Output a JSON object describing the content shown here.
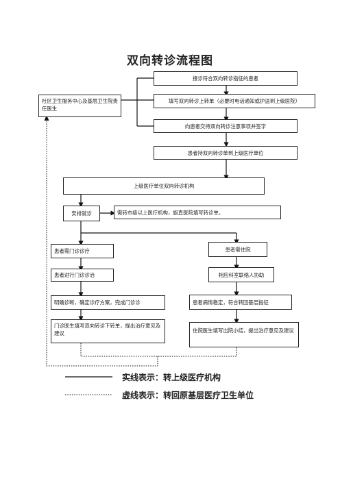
{
  "title": "双向转诊流程图",
  "nodes": {
    "accept": "接诊符合双向转诊指征的患者",
    "community": "社区卫生服务中心及基层卫生院责任医生",
    "fill_referral": "填写双向转诊上转单（必要时电话通知或护送到上级医院）",
    "notify": "向患者交待双向转诊注意事项并签字",
    "carry": "患者持双向转诊单到上级医疗单位",
    "upper": "上级医疗单位双向转诊机构",
    "arrange": "安排就诊",
    "referral_note": "需转市级以上医疗机构，旗直医院填写转诊单。",
    "outpatient": "患者需门诊诊疗",
    "inpatient": "患者需住院",
    "op_treat": "患者进行门诊诊治",
    "dept_coord": "相应科室联络人协助",
    "diagnose": "明确诊断，确定诊疗方案，完成门诊诊",
    "stable": "患者病情稳定，符合转回基层指征",
    "op_down": "门诊医生填写双向转诊下转单，提出治疗意见及建议",
    "ip_down": "住院医生填写出院小结，提出治疗意见及建议"
  },
  "legend": {
    "solid": "实线表示：转上级医疗机构",
    "dotted": "虚线表示：转回原基层医疗卫生单位"
  }
}
